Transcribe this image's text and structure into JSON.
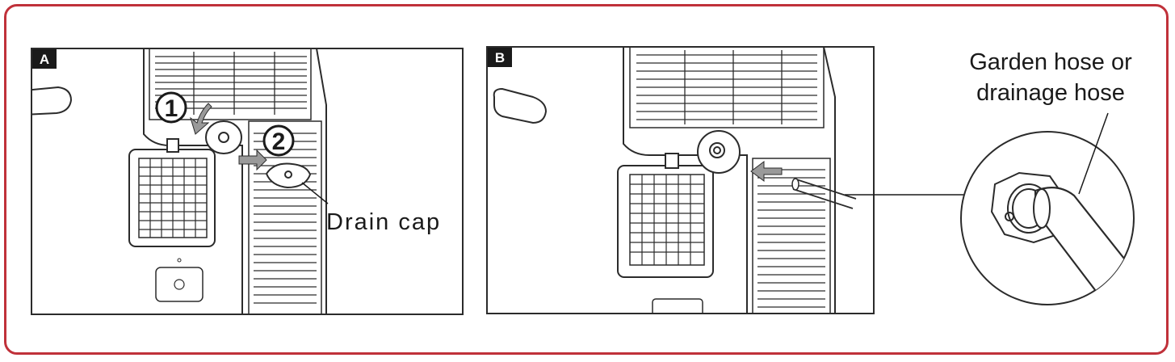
{
  "panels": [
    {
      "letter": "A"
    },
    {
      "letter": "B"
    }
  ],
  "steps": [
    "1",
    "2"
  ],
  "labels": {
    "drain_cap": "Drain cap",
    "hose_line1": "Garden hose or",
    "hose_line2": "drainage hose"
  },
  "colors": {
    "frame_border": "#c0313a",
    "line_art": "#2b2b2b",
    "arrow_fill": "#9a9a9a",
    "badge_fill": "#1a1a1a"
  }
}
